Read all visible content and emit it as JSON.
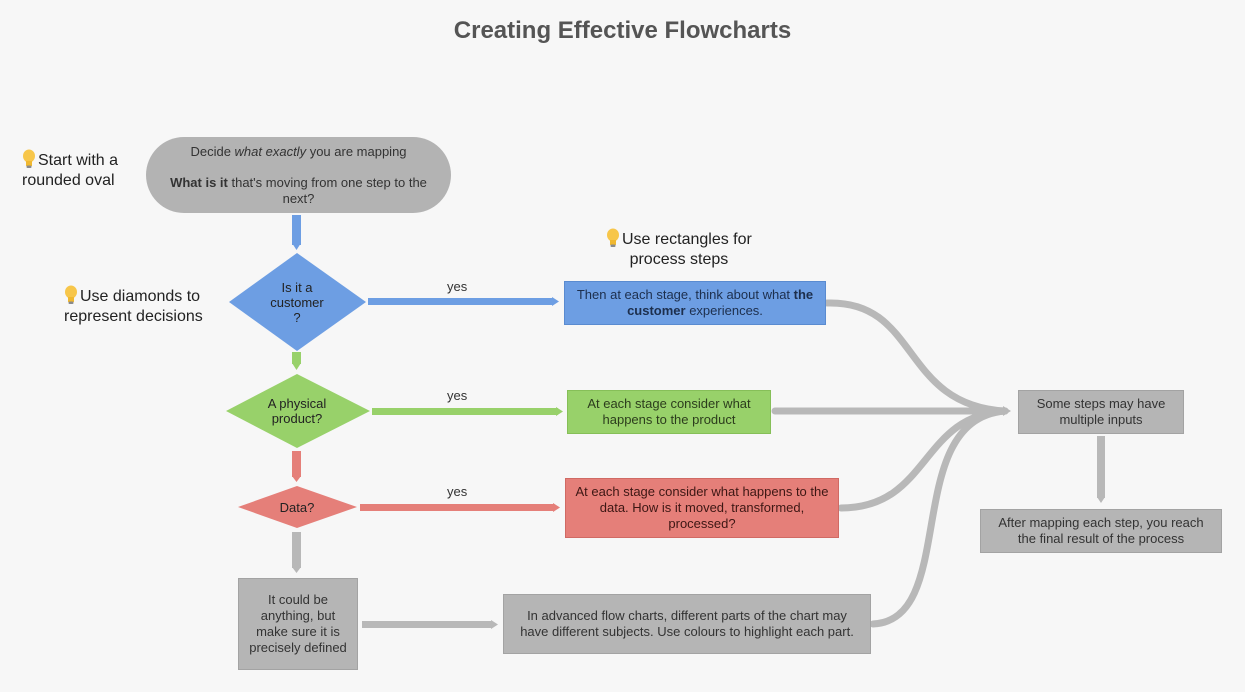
{
  "title": "Creating Effective Flowcharts",
  "tips": {
    "oval": [
      "Start with a",
      "rounded oval"
    ],
    "rectangles": [
      "Use rectangles for",
      "process steps"
    ],
    "diamonds": [
      "Use diamonds to",
      "represent decisions"
    ]
  },
  "start": {
    "pre": "Decide ",
    "em": "what exactly",
    "post": " you are mapping",
    "bold": "What is it",
    "rest": " that's moving from one step to the next?"
  },
  "decisions": {
    "customer": [
      "Is it a",
      "customer",
      "?"
    ],
    "product": [
      "A physical",
      "product?"
    ],
    "data": "Data?"
  },
  "yes_label": "yes",
  "steps": {
    "customer_pre": "Then at each stage, think about what ",
    "customer_bold": "the customer",
    "customer_post": " experiences.",
    "product": "At each stage consider what happens to the product",
    "data": "At each stage consider what happens to the data. How is it moved, transformed, processed?",
    "anything": "It could be anything, but make sure it is precisely defined",
    "advanced": "In advanced flow charts, different parts of the chart may have different subjects. Use colours to highlight each part.",
    "inputs": "Some steps may have multiple inputs",
    "final": "After mapping each step, you reach the final result of the process"
  },
  "colors": {
    "blue": "#6d9ee3",
    "green": "#98d16a",
    "red": "#e57f79",
    "gray": "#b3b3b3",
    "connector": "#b8b8b8",
    "bulb": "#f7c64a"
  }
}
